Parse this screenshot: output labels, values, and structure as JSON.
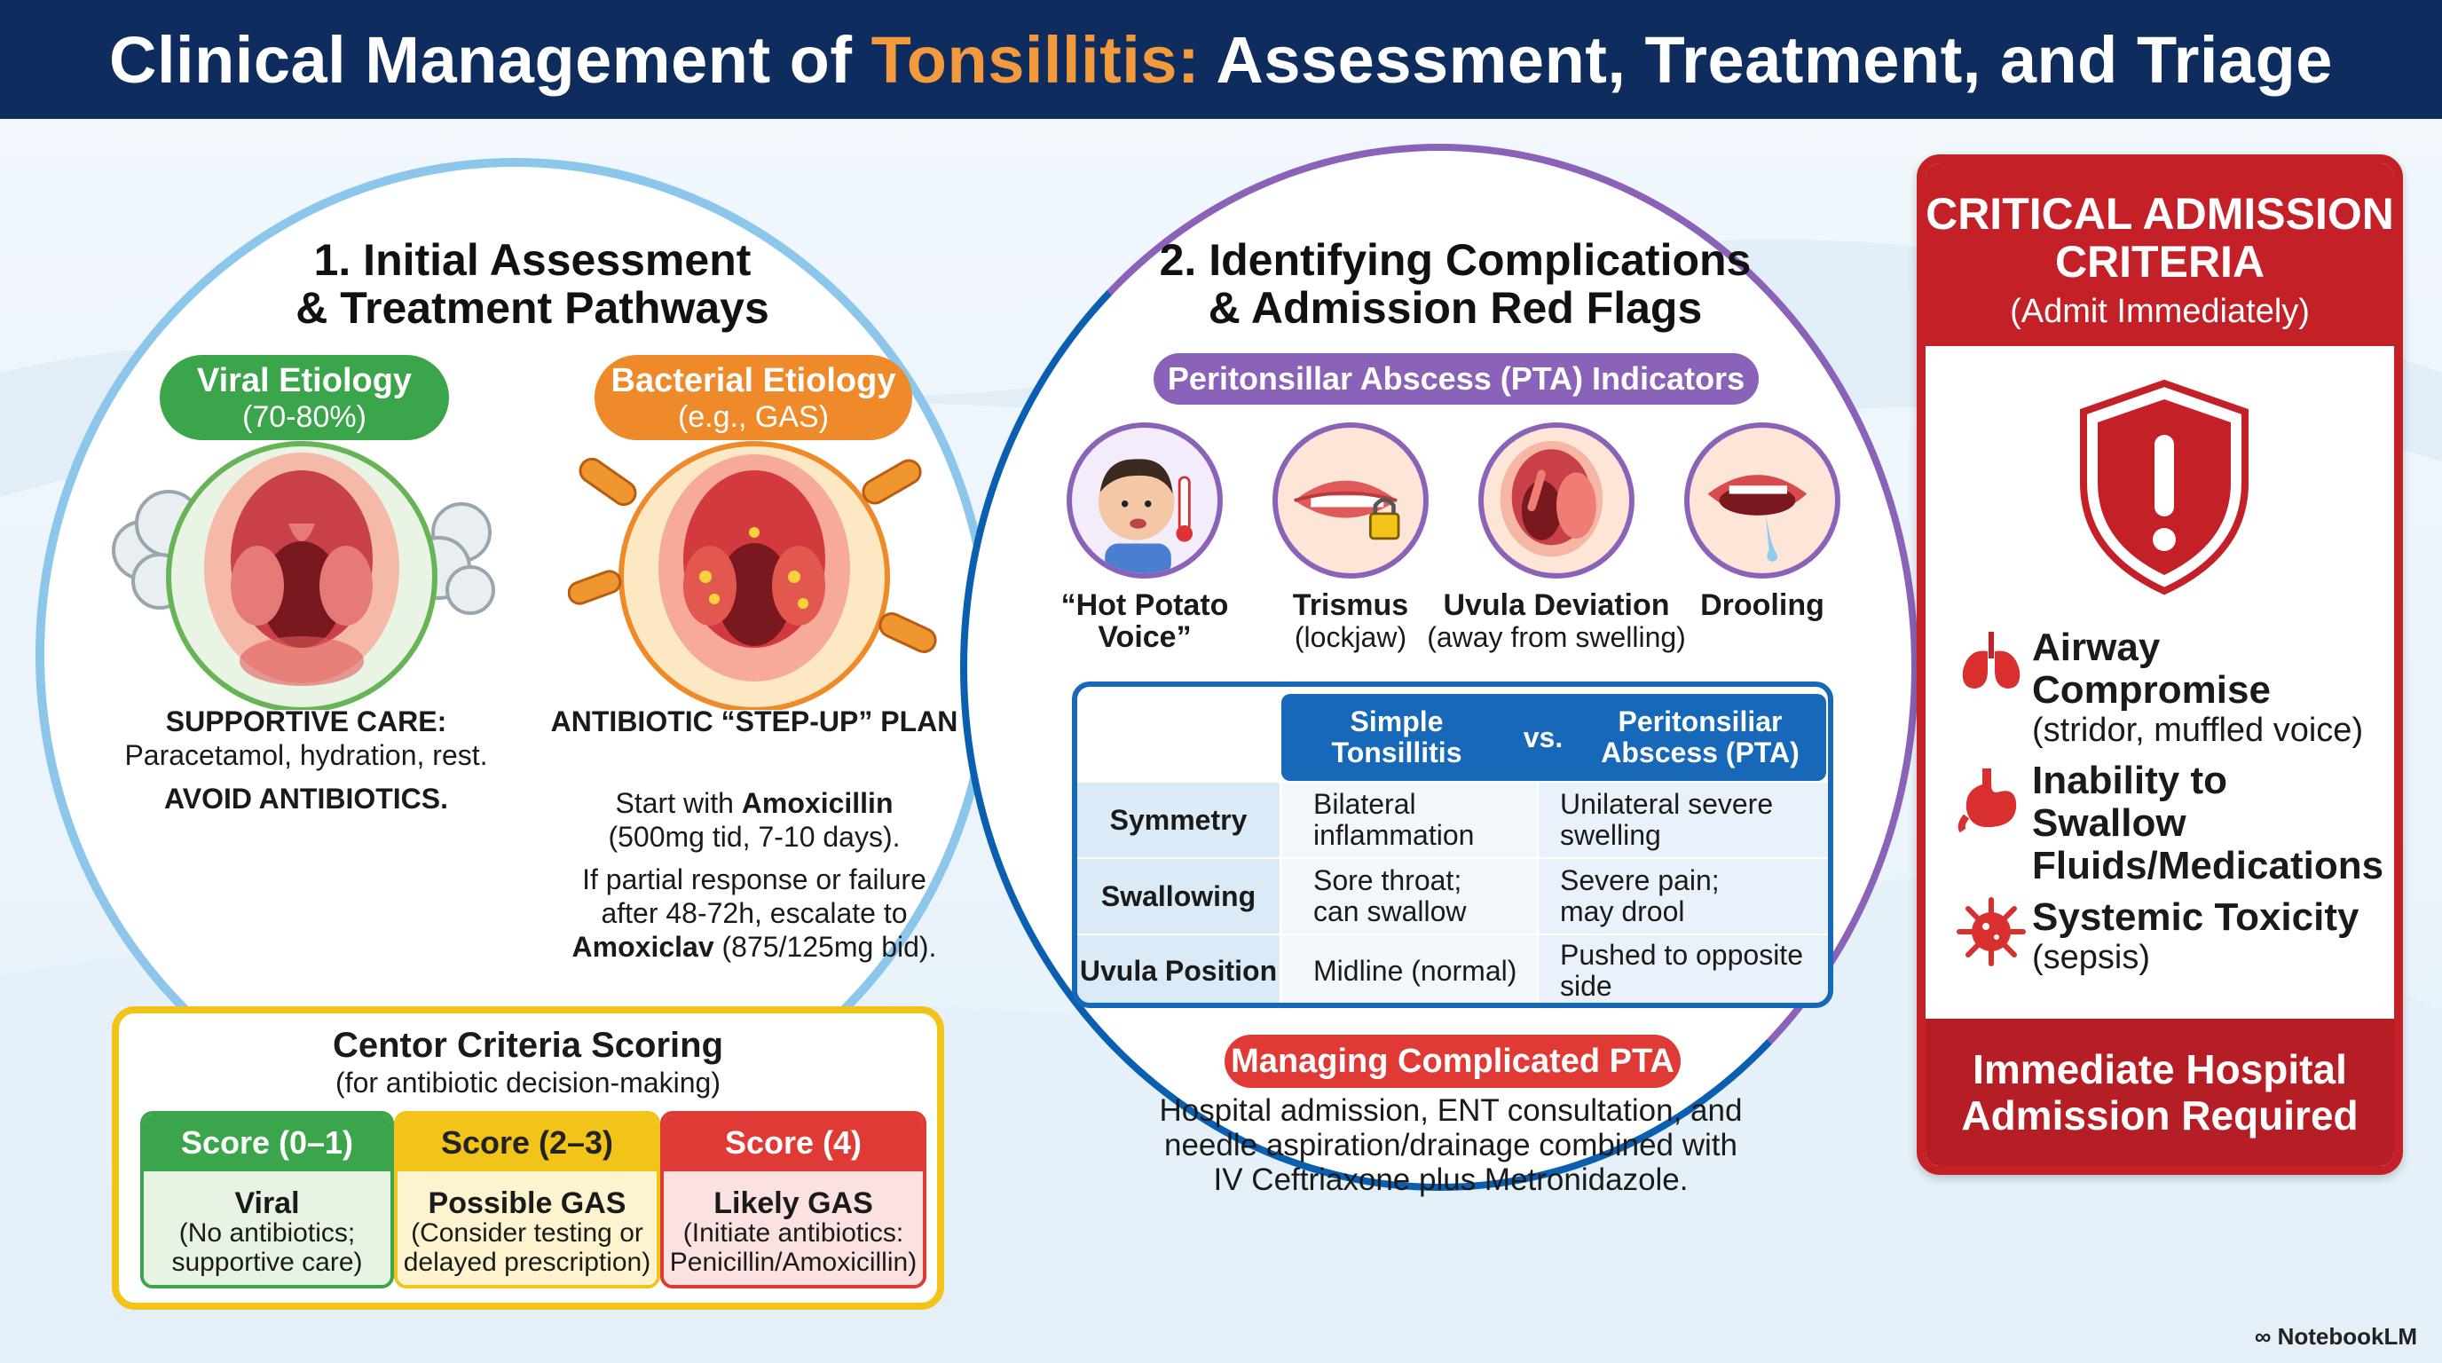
{
  "header": {
    "title_pre": "Clinical Management of ",
    "title_highlight": "Tonsillitis:",
    "title_post": " Assessment, Treatment, and Triage"
  },
  "section1": {
    "title_line1": "1. Initial Assessment",
    "title_line2": "& Treatment Pathways",
    "viral": {
      "label": "Viral Etiology",
      "sub": "(70-80%)",
      "care_title": "SUPPORTIVE CARE:",
      "care_text": "Paracetamol, hydration, rest.",
      "avoid": "AVOID ANTIBIOTICS."
    },
    "bacterial": {
      "label": "Bacterial Etiology",
      "sub": "(e.g., GAS)",
      "plan_title": "ANTIBIOTIC “STEP-UP” PLAN",
      "start_pre": "Start with ",
      "start_drug": "Amoxicillin",
      "start_dose": "(500mg tid, 7-10 days).",
      "esc_line1": "If partial response or failure",
      "esc_line2": "after 48-72h, escalate to",
      "esc_drug": "Amoxiclav",
      "esc_dose": " (875/125mg bid)."
    },
    "centor": {
      "title": "Centor Criteria Scoring",
      "subtitle": "(for antibiotic decision-making)",
      "cols": [
        {
          "head": "Score (0–1)",
          "main": "Viral",
          "line1": "(No antibiotics;",
          "line2": "supportive care)"
        },
        {
          "head": "Score (2–3)",
          "main": "Possible GAS",
          "line1": "(Consider testing or",
          "line2": "delayed prescription)"
        },
        {
          "head": "Score (4)",
          "main": "Likely GAS",
          "line1": "(Initiate antibiotics:",
          "line2": "Penicillin/Amoxicillin)"
        }
      ]
    }
  },
  "section2": {
    "title_line1": "2. Identifying Complications",
    "title_line2": "& Admission Red Flags",
    "pta_pill": "Peritonsillar Abscess (PTA) Indicators",
    "indicators": [
      {
        "line1": "“Hot Potato",
        "line2": "Voice”"
      },
      {
        "line1": "Trismus",
        "line2": "(lockjaw)"
      },
      {
        "line1": "Uvula Deviation",
        "line2": "(away from swelling)"
      },
      {
        "line1": "Drooling",
        "line2": ""
      }
    ],
    "table": {
      "head_a_1": "Simple",
      "head_a_2": "Tonsillitis",
      "vs": "vs.",
      "head_b_1": "Peritonsiliar",
      "head_b_2": "Abscess (PTA)",
      "rows": [
        {
          "label": "Symmetry",
          "a1": "Bilateral",
          "a2": "inflammation",
          "b1": "Unilateral severe",
          "b2": "swelling"
        },
        {
          "label": "Swallowing",
          "a1": "Sore throat;",
          "a2": "can swallow",
          "b1": "Severe pain;",
          "b2": "may drool"
        },
        {
          "label": "Uvula Position",
          "a1": "Midline (normal)",
          "a2": "",
          "b1": "Pushed to opposite",
          "b2": "side"
        }
      ]
    },
    "managing_pill": "Managing Complicated PTA",
    "managing_line1": "Hospital admission, ENT consultation, and",
    "managing_line2": "needle aspiration/drainage combined with",
    "managing_line3": "IV Ceftriaxone plus Metronidazole."
  },
  "critical": {
    "title_line1": "CRITICAL ADMISSION",
    "title_line2": "CRITERIA",
    "subtitle": "(Admit Immediately)",
    "items": [
      {
        "title": "Airway Compromise",
        "sub": "(stridor, muffled voice)",
        "icon": "lungs-icon"
      },
      {
        "title_line1": "Inability to Swallow",
        "title_line2": "Fluids/Medications",
        "icon": "stomach-icon"
      },
      {
        "title": "Systemic Toxicity",
        "sub": "(sepsis)",
        "icon": "bacteria-icon"
      }
    ],
    "footer_line1": "Immediate Hospital",
    "footer_line2": "Admission Required"
  },
  "brand": "NotebookLM",
  "colors": {
    "navy": "#0e2d5e",
    "orange": "#f39a3c",
    "green": "#3aa54a",
    "yellow": "#f2c318",
    "red": "#c42027",
    "purple": "#8a63b8",
    "blue": "#1768b8"
  }
}
